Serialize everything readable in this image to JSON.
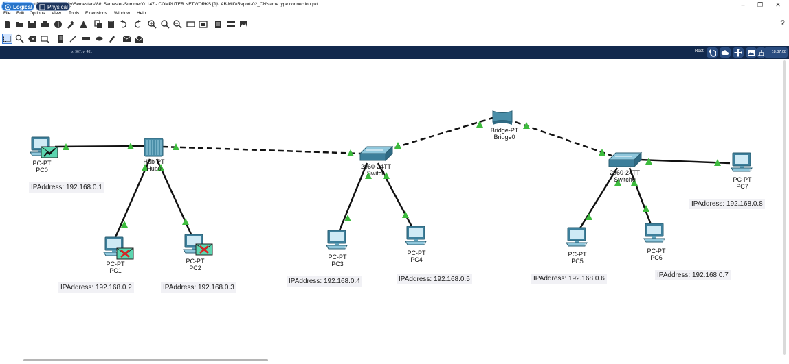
{
  "window": {
    "title": "Cisco Packet Tracer - P:\\Varsity\\Semesters\\8th Semester-Summer\\01147 - COMPUTER NETWORKS [J]\\LAB\\MID\\Report-02_CN\\same type connection.pkt",
    "minimize": "–",
    "maximize": "❐",
    "close": "✕"
  },
  "menu": [
    "File",
    "Edit",
    "Options",
    "View",
    "Tools",
    "Extensions",
    "Window",
    "Help"
  ],
  "help_label": "?",
  "tabs": {
    "logical": "Logical",
    "physical": "Physical"
  },
  "coords": "x: 967, y: 481",
  "root_label": "Root",
  "clock": "18:37:08",
  "colors": {
    "accent": "#2874c9",
    "bar": "#12294d",
    "link_up": "#3dbb3d"
  },
  "devices": {
    "pc0": {
      "type": "PC-PT",
      "name": "PC0",
      "ip": "IPAddress: 192.168.0.1"
    },
    "pc1": {
      "type": "PC-PT",
      "name": "PC1",
      "ip": "IPAddress: 192.168.0.2"
    },
    "pc2": {
      "type": "PC-PT",
      "name": "PC2",
      "ip": "IPAddress: 192.168.0.3"
    },
    "pc3": {
      "type": "PC-PT",
      "name": "PC3",
      "ip": "IPAddress: 192.168.0.4"
    },
    "pc4": {
      "type": "PC-PT",
      "name": "PC4",
      "ip": "IPAddress: 192.168.0.5"
    },
    "pc5": {
      "type": "PC-PT",
      "name": "PC5",
      "ip": "IPAddress: 192.168.0.6"
    },
    "pc6": {
      "type": "PC-PT",
      "name": "PC6",
      "ip": "IPAddress: 192.168.0.7"
    },
    "pc7": {
      "type": "PC-PT",
      "name": "PC7",
      "ip": "IPAddress: 192.168.0.8"
    },
    "hub0": {
      "type": "Hub-PT",
      "name": "Hub0"
    },
    "switch_a": {
      "type": "2960-24TT",
      "name": "Switch"
    },
    "bridge0": {
      "type": "Bridge-PT",
      "name": "Bridge0"
    },
    "switch_b": {
      "type": "2960-24TT",
      "name": "Switch0"
    }
  }
}
